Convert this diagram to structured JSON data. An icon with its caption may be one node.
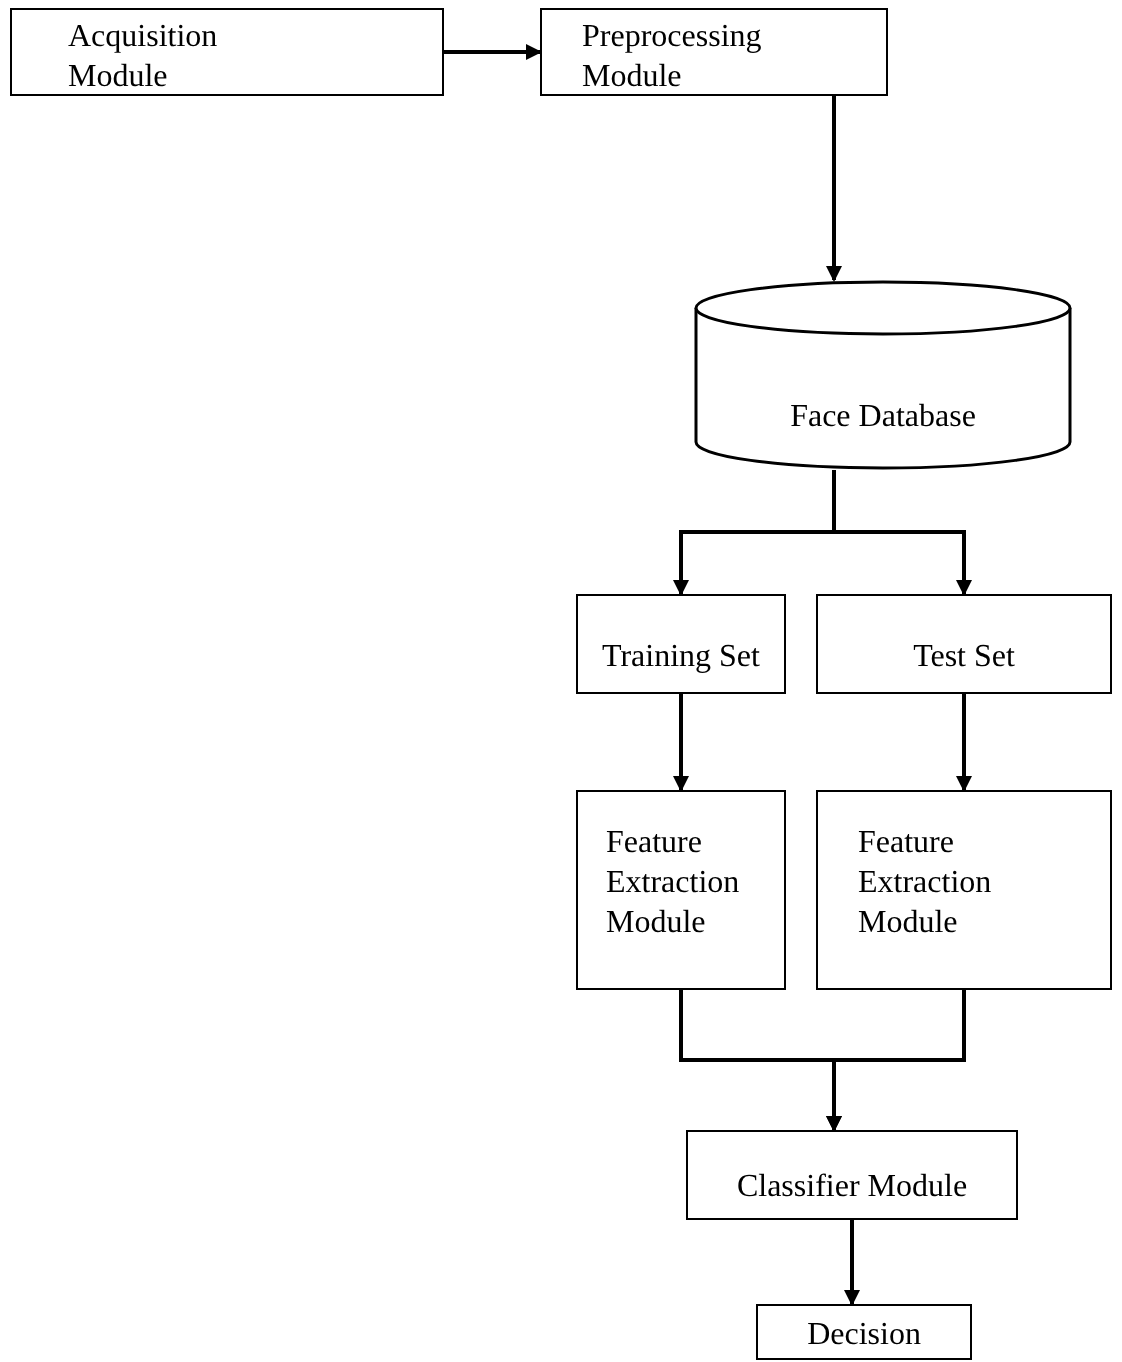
{
  "diagram": {
    "nodes": [
      {
        "text": [
          "Acquisition Module"
        ]
      },
      {
        "text": [
          "Preprocessing Module"
        ]
      },
      {
        "text": [
          "Face Database"
        ]
      },
      {
        "text": [
          "Training Set"
        ]
      },
      {
        "text": [
          "Test Set"
        ]
      },
      {
        "text": [
          "Feature Extraction Module"
        ]
      },
      {
        "text": [
          "Feature Extraction Module"
        ]
      },
      {
        "text": [
          "Classifier Module"
        ]
      },
      {
        "text": [
          "Decision"
        ]
      }
    ],
    "edges": [
      {
        "from": 0,
        "to": 1,
        "arrow": "to"
      },
      {
        "from": 1,
        "to": 2,
        "arrow": "to"
      },
      {
        "from": 2,
        "to": 3,
        "arrow": "to"
      },
      {
        "from": 2,
        "to": 4,
        "arrow": "to"
      },
      {
        "from": 3,
        "to": 5,
        "arrow": "to"
      },
      {
        "from": 4,
        "to": 6,
        "arrow": "to"
      },
      {
        "from": 5,
        "to": 7,
        "arrow": "to"
      },
      {
        "from": 6,
        "to": 7,
        "arrow": "to"
      },
      {
        "from": 7,
        "to": 8,
        "arrow": "to"
      }
    ]
  }
}
